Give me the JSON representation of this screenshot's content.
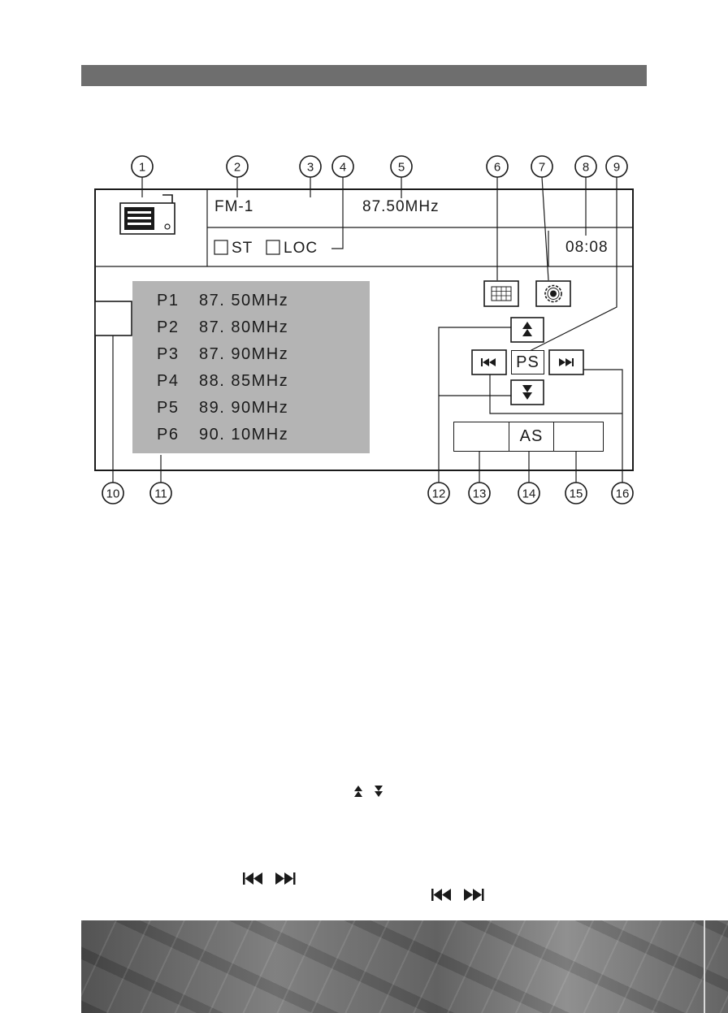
{
  "display": {
    "band": "FM-1",
    "frequency": "87.50MHz",
    "st_label": "ST",
    "loc_label": "LOC",
    "clock": "08:08"
  },
  "presets": [
    {
      "num": "P1",
      "freq": "87. 50MHz"
    },
    {
      "num": "P2",
      "freq": "87. 80MHz"
    },
    {
      "num": "P3",
      "freq": "87. 90MHz"
    },
    {
      "num": "P4",
      "freq": "88. 85MHz"
    },
    {
      "num": "P5",
      "freq": "89. 90MHz"
    },
    {
      "num": "P6",
      "freq": "90. 10MHz"
    }
  ],
  "controls": {
    "ps_label": "PS",
    "as_label": "AS"
  },
  "callouts": [
    "1",
    "2",
    "3",
    "4",
    "5",
    "6",
    "7",
    "8",
    "9",
    "10",
    "11",
    "12",
    "13",
    "14",
    "15",
    "16"
  ],
  "icons": {
    "radio": "radio-icon",
    "grid": "keypad-grid-icon",
    "settings": "gear-icon",
    "seek_up": "double-up-arrow-icon",
    "seek_down": "double-down-arrow-icon",
    "prev": "skip-previous-icon",
    "next": "skip-next-icon"
  }
}
